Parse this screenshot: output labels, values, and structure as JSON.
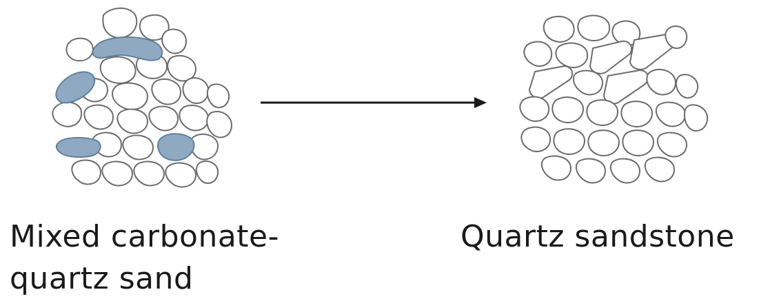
{
  "labels": {
    "before_line1": "Mixed carbonate-",
    "before_line2": "quartz sand",
    "after": "Quartz sandstone"
  },
  "colors": {
    "carbonate_fill": "#8fa9c2",
    "grain_stroke": "#6b6b6b",
    "arrow": "#1a1a1a"
  }
}
